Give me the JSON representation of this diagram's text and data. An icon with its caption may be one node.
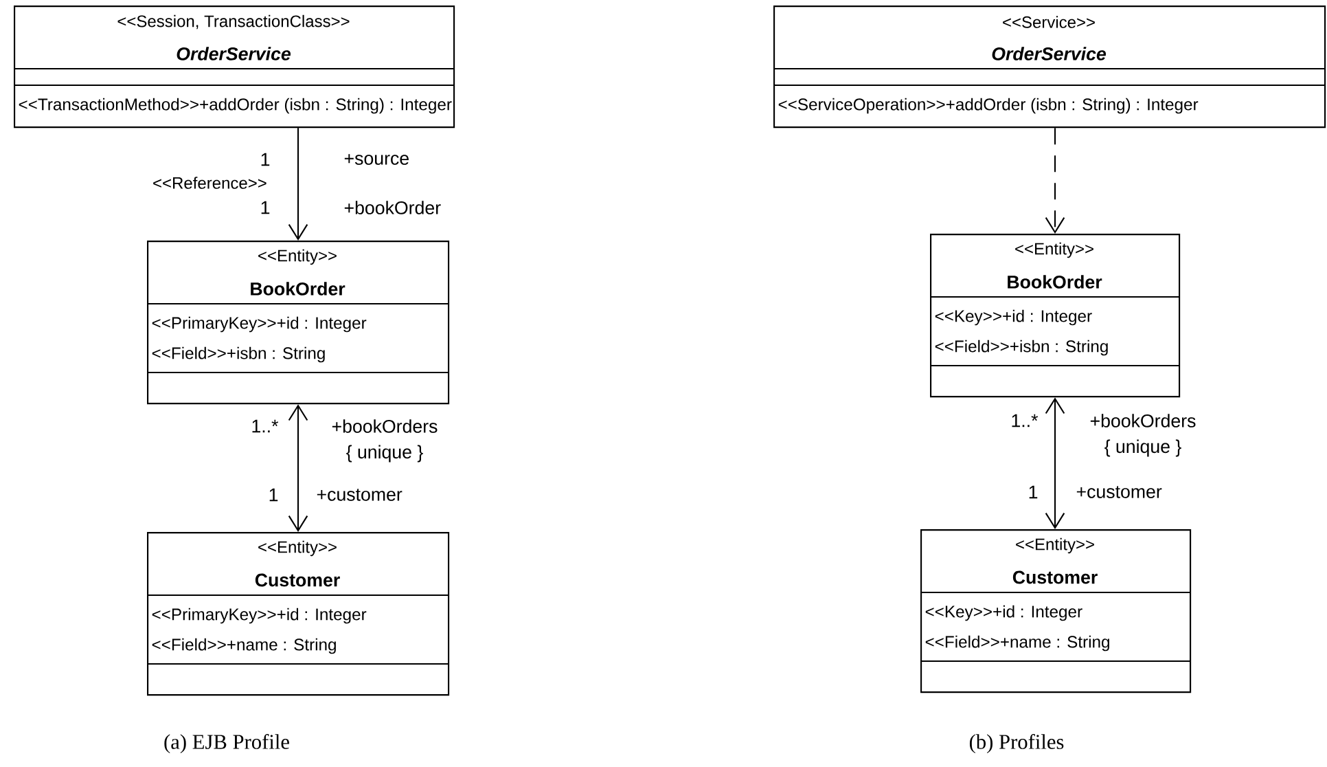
{
  "diagram": {
    "nodes": [
      {
        "text": [
          "<<Session, TransactionClass>>",
          "OrderService",
          "<<TransactionMethod>>+addOrder (isbn : String) : Integer"
        ]
      },
      {
        "text": [
          "<<Entity>>",
          "BookOrder",
          "<<PrimaryKey>>+id : Integer",
          "<<Field>>+isbn : String"
        ]
      },
      {
        "text": [
          "<<Entity>>",
          "Customer",
          "<<PrimaryKey>>+id : Integer",
          "<<Field>>+name : String"
        ]
      },
      {
        "text": [
          "<<Service>>",
          "OrderService",
          "<<ServiceOperation>>+addOrder (isbn : String) : Integer"
        ]
      },
      {
        "text": [
          "<<Entity>>",
          "BookOrder",
          "<<Key>>+id : Integer",
          "<<Field>>+isbn : String"
        ]
      },
      {
        "text": [
          "<<Entity>>",
          "Customer",
          "<<Key>>+id : Integer",
          "<<Field>>+name : String"
        ]
      }
    ],
    "edges": [
      {
        "from": 0,
        "to": 1,
        "arrow": "to",
        "label": "<<Reference>>"
      },
      {
        "from": 1,
        "to": 2,
        "arrow": "both"
      },
      {
        "from": 3,
        "to": 4,
        "arrow": "to",
        "style": "dashed"
      },
      {
        "from": 4,
        "to": 5,
        "arrow": "both"
      }
    ],
    "labels": [
      "1",
      "+source",
      "1",
      "+bookOrder",
      "1..*",
      "+bookOrders",
      "{ unique }",
      "1",
      "+customer",
      "1..*",
      "+bookOrders",
      "{ unique }",
      "1",
      "+customer",
      "(a) EJB Profile",
      "(b) Profiles"
    ]
  }
}
